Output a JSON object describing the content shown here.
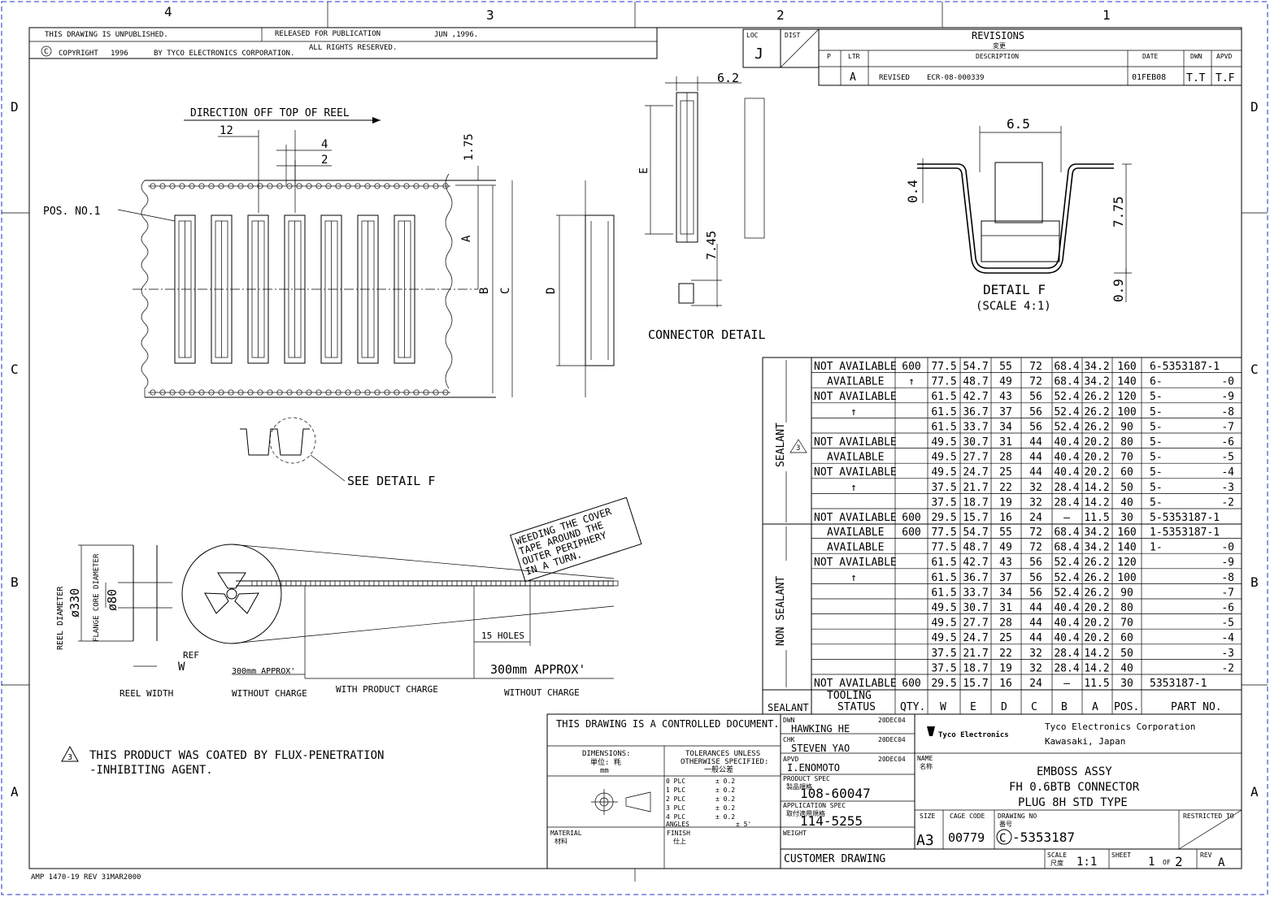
{
  "zones": {
    "cols": [
      "4",
      "3",
      "2",
      "1"
    ],
    "rows": [
      "D",
      "C",
      "B",
      "A"
    ]
  },
  "header": {
    "unpublished": "THIS DRAWING IS UNPUBLISHED.",
    "released": "RELEASED FOR PUBLICATION",
    "release_date": "JUN ,1996.",
    "copyright_symbol": "C",
    "copyright": "COPYRIGHT",
    "year": "1996",
    "by": "BY TYCO ELECTRONICS CORPORATION.",
    "rights": "ALL RIGHTS RESERVED.",
    "loc_label": "LOC",
    "loc": "J",
    "dist_label": "DIST"
  },
  "revisions": {
    "title": "REVISIONS",
    "title_jp": "変更",
    "col_p": "P",
    "col_ltr": "LTR",
    "col_desc": "DESCRIPTION",
    "col_date": "DATE",
    "col_dwn": "DWN",
    "col_apvd": "APVD",
    "row": {
      "ltr": "A",
      "desc": "REVISED",
      "ecr": "ECR-08-000339",
      "date": "01FEB08",
      "dwn": "T.T",
      "apvd": "T.F"
    }
  },
  "reel_view": {
    "direction": "DIRECTION OFF TOP OF REEL",
    "dim_12": "12",
    "dim_4": "4",
    "dim_2": "2",
    "dim_175": "1.75",
    "pos_no": "POS. NO.1",
    "dim_a": "A",
    "dim_b": "B",
    "dim_c": "C",
    "dim_d": "D",
    "see_detail": "SEE DETAIL F"
  },
  "connector_detail": {
    "label": "CONNECTOR DETAIL",
    "dim_62": "6.2",
    "dim_e": "E",
    "dim_745": "7.45"
  },
  "detail_f": {
    "label": "DETAIL F",
    "scale": "(SCALE 4:1)",
    "dim_65": "6.5",
    "dim_04": "0.4",
    "dim_775": "7.75",
    "dim_09": "0.9"
  },
  "reel_side": {
    "reel_diameter": "REEL DIAMETER",
    "reel_dia_val": "ø330",
    "flange_core": "FLANGE CORE DIAMETER",
    "flange_val": "ø80",
    "ref": "REF",
    "w": "W",
    "reel_width": "REEL WIDTH",
    "approx_left": "300mm APPROX'",
    "without_charge_left": "WITHOUT CHARGE",
    "with_product": "WITH PRODUCT CHARGE",
    "holes": "15 HOLES",
    "approx_right": "300mm APPROX'",
    "without_charge_right": "WITHOUT CHARGE",
    "note_box": [
      "WEEDING THE COVER",
      "TAPE AROUND THE",
      "OUTER PERIPHERY",
      "IN A TURN."
    ]
  },
  "note3": {
    "mark": "3",
    "line1": "THIS PRODUCT WAS COATED BY FLUX-PENETRATION",
    "line2": "-INHIBITING AGENT."
  },
  "table": {
    "group_sealant": "SEALANT",
    "group_non_sealant": "NON SEALANT",
    "flag_mark": "3",
    "headers": {
      "sealant": "SEALANT",
      "tooling_l1": "TOOLING",
      "tooling_l2": "STATUS",
      "qty": "QTY.",
      "w": "W",
      "e": "E",
      "d": "D",
      "c": "C",
      "b": "B",
      "a": "A",
      "pos": "POS.",
      "part": "PART NO."
    },
    "rows": [
      [
        "NOT AVAILABLE",
        "600",
        "77.5",
        "54.7",
        "55",
        "72",
        "68.4",
        "34.2",
        "160",
        "6-5353187-1",
        ""
      ],
      [
        "AVAILABLE",
        "↑",
        "77.5",
        "48.7",
        "49",
        "72",
        "68.4",
        "34.2",
        "140",
        "6-",
        "-0"
      ],
      [
        "NOT AVAILABLE",
        "",
        "61.5",
        "42.7",
        "43",
        "56",
        "52.4",
        "26.2",
        "120",
        "5-",
        "-9"
      ],
      [
        "↑",
        "",
        "61.5",
        "36.7",
        "37",
        "56",
        "52.4",
        "26.2",
        "100",
        "5-",
        "-8"
      ],
      [
        "",
        "",
        "61.5",
        "33.7",
        "34",
        "56",
        "52.4",
        "26.2",
        "90",
        "5-",
        "-7"
      ],
      [
        "NOT AVAILABLE",
        "",
        "49.5",
        "30.7",
        "31",
        "44",
        "40.4",
        "20.2",
        "80",
        "5-",
        "-6"
      ],
      [
        "AVAILABLE",
        "",
        "49.5",
        "27.7",
        "28",
        "44",
        "40.4",
        "20.2",
        "70",
        "5-",
        "-5"
      ],
      [
        "NOT AVAILABLE",
        "",
        "49.5",
        "24.7",
        "25",
        "44",
        "40.4",
        "20.2",
        "60",
        "5-",
        "-4"
      ],
      [
        "↑",
        "",
        "37.5",
        "21.7",
        "22",
        "32",
        "28.4",
        "14.2",
        "50",
        "5-",
        "-3"
      ],
      [
        "",
        "",
        "37.5",
        "18.7",
        "19",
        "32",
        "28.4",
        "14.2",
        "40",
        "5-",
        "-2"
      ],
      [
        "NOT AVAILABLE",
        "600",
        "29.5",
        "15.7",
        "16",
        "24",
        "—",
        "11.5",
        "30",
        "5-5353187-1",
        ""
      ],
      [
        "AVAILABLE",
        "600",
        "77.5",
        "54.7",
        "55",
        "72",
        "68.4",
        "34.2",
        "160",
        "1-5353187-1",
        ""
      ],
      [
        "AVAILABLE",
        "",
        "77.5",
        "48.7",
        "49",
        "72",
        "68.4",
        "34.2",
        "140",
        "1-",
        "-0"
      ],
      [
        "NOT AVAILABLE",
        "",
        "61.5",
        "42.7",
        "43",
        "56",
        "52.4",
        "26.2",
        "120",
        "",
        "-9"
      ],
      [
        "↑",
        "",
        "61.5",
        "36.7",
        "37",
        "56",
        "52.4",
        "26.2",
        "100",
        "",
        "-8"
      ],
      [
        "",
        "",
        "61.5",
        "33.7",
        "34",
        "56",
        "52.4",
        "26.2",
        "90",
        "",
        "-7"
      ],
      [
        "",
        "",
        "49.5",
        "30.7",
        "31",
        "44",
        "40.4",
        "20.2",
        "80",
        "",
        "-6"
      ],
      [
        "",
        "",
        "49.5",
        "27.7",
        "28",
        "44",
        "40.4",
        "20.2",
        "70",
        "",
        "-5"
      ],
      [
        "",
        "",
        "49.5",
        "24.7",
        "25",
        "44",
        "40.4",
        "20.2",
        "60",
        "",
        "-4"
      ],
      [
        "",
        "",
        "37.5",
        "21.7",
        "22",
        "32",
        "28.4",
        "14.2",
        "50",
        "",
        "-3"
      ],
      [
        "",
        "",
        "37.5",
        "18.7",
        "19",
        "32",
        "28.4",
        "14.2",
        "40",
        "",
        "-2"
      ],
      [
        "NOT AVAILABLE",
        "600",
        "29.5",
        "15.7",
        "16",
        "24",
        "—",
        "11.5",
        "30",
        "5353187-1",
        ""
      ]
    ]
  },
  "title_block": {
    "controlled": "THIS DRAWING IS A CONTROLLED DOCUMENT.",
    "dimensions": "DIMENSIONS:",
    "dimensions_jp": "単位: 粍",
    "dimensions_unit": "mm",
    "tolerances_l1": "TOLERANCES UNLESS",
    "tolerances_l2": "OTHERWISE SPECIFIED:",
    "tolerances_jp": "一般公差",
    "tol_rows": [
      [
        "0 PLC",
        "± 0.2"
      ],
      [
        "1 PLC",
        "± 0.2"
      ],
      [
        "2 PLC",
        "± 0.2"
      ],
      [
        "3 PLC",
        "± 0.2"
      ],
      [
        "4 PLC",
        "± 0.2"
      ]
    ],
    "angles": "ANGLES",
    "angles_val": "± 5'",
    "material": "MATERIAL",
    "material_jp": "材料",
    "finish": "FINISH",
    "finish_jp": "仕上",
    "dwn_label": "DWN",
    "dwn_name": "HAWKING HE",
    "dwn_date": "20DEC04",
    "chk_label": "CHK",
    "chk_name": "STEVEN YAO",
    "chk_date": "20DEC04",
    "apvd_label": "APVD",
    "apvd_name": "I.ENOMOTO",
    "apvd_date": "20DEC04",
    "product_spec": "PRODUCT SPEC",
    "product_spec_jp": "製品規格",
    "product_spec_val": "108-60047",
    "app_spec": "APPLICATION SPEC",
    "app_spec_jp": "取付適用規格",
    "app_spec_val": "114-5255",
    "weight": "WEIGHT",
    "customer": "CUSTOMER DRAWING",
    "logo": "Tyco Electronics",
    "corp": "Tyco Electronics Corporation",
    "city": "Kawasaki, Japan",
    "name_label": "NAME",
    "name_jp": "名称",
    "name_l1": "EMBOSS ASSY",
    "name_l2": "FH 0.6BTB CONNECTOR",
    "name_l3": "PLUG 8H STD TYPE",
    "size_label": "SIZE",
    "size": "A3",
    "cage_label": "CAGE CODE",
    "cage": "00779",
    "dwg_label": "DRAWING NO",
    "dwg_jp": "番号",
    "dwg_prefix": "C",
    "dwg_no": "-5353187",
    "restricted": "RESTRICTED TO",
    "scale_label": "SCALE",
    "scale_jp": "尺度",
    "scale": "1:1",
    "sheet_label": "SHEET",
    "sheet": "1",
    "of": "OF",
    "sheets": "2",
    "rev_label": "REV",
    "rev": "A"
  },
  "footer": "AMP 1470-19 REV 31MAR2000"
}
